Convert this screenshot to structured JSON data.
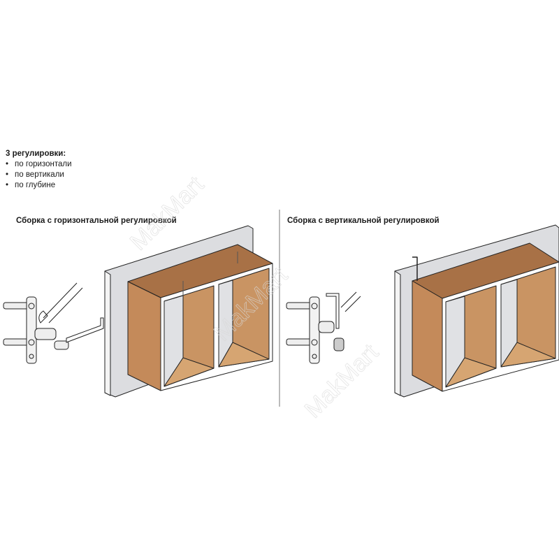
{
  "intro": {
    "heading": "3 регулировки:",
    "items": [
      "по горизонтали",
      "по вертикали",
      "по глубине"
    ]
  },
  "panels": [
    {
      "caption": "Сборка с горизонтальной регулировкой"
    },
    {
      "caption": "Сборка с вертикальной регулировкой"
    }
  ],
  "watermark": "MakMart",
  "colors": {
    "wood": "#c48a5a",
    "wood_dark": "#9e6a40",
    "wall": "#dcdde0",
    "line": "#222222"
  }
}
